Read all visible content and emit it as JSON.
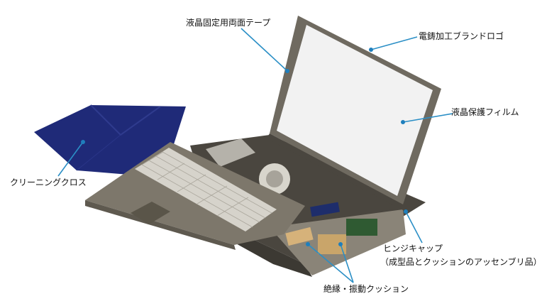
{
  "labels": {
    "lcd_tape": "液晶固定用両面テープ",
    "logo": "電鋳加工ブランドロゴ",
    "film": "液晶保護フィルム",
    "cloth": "クリーニングクロス",
    "hinge_cap": "ヒンジキャップ",
    "hinge_cap_note": "（成型品とクッションのアッセンブリ品）",
    "cushion": "絶縁・振動クッション"
  },
  "colors": {
    "leader": "#2b8fc6",
    "cloth": "#1f2a78",
    "shell": "#7d776b",
    "screen": "#f2f2f2"
  }
}
